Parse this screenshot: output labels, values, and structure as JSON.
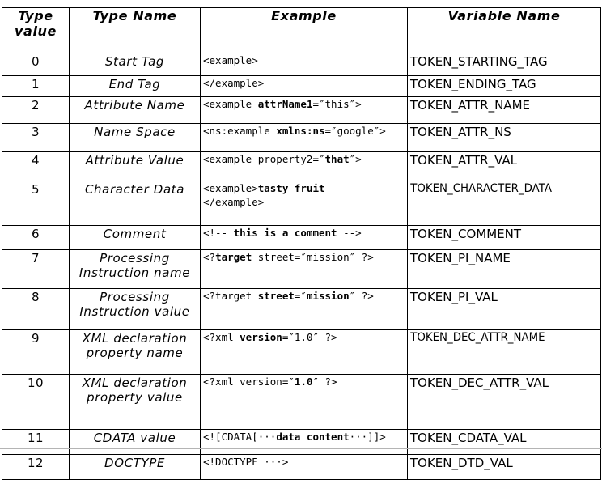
{
  "document": {
    "kind": "table",
    "title": "XML token type table",
    "border_color": "#000000",
    "background": "#ffffff"
  },
  "table": {
    "columns": [
      {
        "id": "type_value",
        "header": "Type\nvalue"
      },
      {
        "id": "type_name",
        "header": "Type Name"
      },
      {
        "id": "example",
        "header": "Example"
      },
      {
        "id": "variable_name",
        "header": "Variable Name"
      }
    ],
    "headers": {
      "type_value": "Type value",
      "type_value_line1": "Type",
      "type_value_line2": "value",
      "type_name": "Type Name",
      "example": "Example",
      "variable_name": "Variable Name"
    },
    "rows": [
      {
        "type_value": "0",
        "type_name": "Start Tag",
        "example_html": "&lt;example&gt;",
        "example_text": "<example>",
        "variable_name": "TOKEN_STARTING_TAG"
      },
      {
        "type_value": "1",
        "type_name": "End Tag",
        "example_html": "&lt;/example&gt;",
        "example_text": "</example>",
        "variable_name": "TOKEN_ENDING_TAG"
      },
      {
        "type_value": "2",
        "type_name": "Attribute Name",
        "example_html": "&lt;example <b>attrName1</b>=″this″&gt;",
        "example_text": "<example attrName1=″this″>",
        "variable_name": "TOKEN_ATTR_NAME"
      },
      {
        "type_value": "3",
        "type_name": "Name Space",
        "example_html": "&lt;ns:example <b>xmlns:ns</b>=″google″&gt;",
        "example_text": "<ns:example xmlns:ns=″google″>",
        "variable_name": "TOKEN_ATTR_NS"
      },
      {
        "type_value": "4",
        "type_name": "Attribute Value",
        "example_html": "&lt;example property2=″<b>that</b>″&gt;",
        "example_text": "<example property2=″that″>",
        "variable_name": "TOKEN_ATTR_VAL"
      },
      {
        "type_value": "5",
        "type_name": "Character Data",
        "example_html": "&lt;example&gt;<b>tasty fruit</b>\n&lt;/example&gt;",
        "example_text": "<example>tasty fruit\n</example>",
        "variable_name": "TOKEN_CHARACTER_DATA"
      },
      {
        "type_value": "6",
        "type_name": "Comment",
        "example_html": "&lt;!-- <b>this is a comment</b> --&gt;",
        "example_text": "<!-- this is a comment -->",
        "variable_name": "TOKEN_COMMENT"
      },
      {
        "type_value": "7",
        "type_name": "Processing Instruction name",
        "example_html": "&lt;?<b>target</b> street=″mission″ ?&gt;",
        "example_text": "<?target street=″mission″ ?>",
        "variable_name": "TOKEN_PI_NAME"
      },
      {
        "type_value": "8",
        "type_name": "Processing Instruction value",
        "example_html": "&lt;?target <b>street</b>=″<b>mission</b>″ ?&gt;",
        "example_text": "<?target street=″mission″ ?>",
        "variable_name": "TOKEN_PI_VAL"
      },
      {
        "type_value": "9",
        "type_name": "XML declaration property name",
        "example_html": "&lt;?xml <b>version</b>=″1.0″ ?&gt;",
        "example_text": "<?xml version=″1.0″ ?>",
        "variable_name": "TOKEN_DEC_ATTR_NAME"
      },
      {
        "type_value": "10",
        "type_name": "XML declaration  property value",
        "example_html": "&lt;?xml version=″<b>1.0</b>″ ?&gt;",
        "example_text": "<?xml version=″1.0″ ?>",
        "variable_name": "TOKEN_DEC_ATTR_VAL"
      },
      {
        "type_value": "11",
        "type_name": "CDATA value",
        "example_html": "&lt;![CDATA[···<b>data content</b>···]]&gt;",
        "example_text": "<![CDATA[···data content···]]>",
        "variable_name": "TOKEN_CDATA_VAL"
      },
      {
        "type_value": "12",
        "type_name": "DOCTYPE",
        "example_html": "&lt;!DOCTYPE ···&gt;",
        "example_text": "<!DOCTYPE ···>",
        "variable_name": "TOKEN_DTD_VAL"
      }
    ]
  }
}
